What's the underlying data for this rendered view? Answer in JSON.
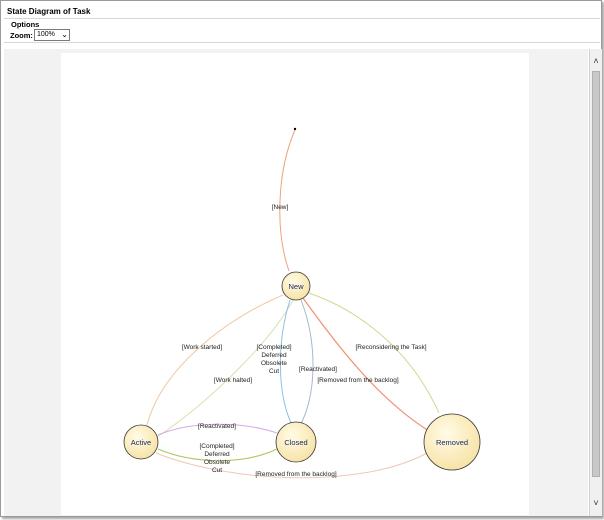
{
  "window": {
    "title": "State Diagram of Task"
  },
  "options": {
    "section_label": "Options",
    "zoom_label": "Zoom:",
    "zoom_value": "100%"
  },
  "diagram": {
    "nodes": {
      "new": "New",
      "active": "Active",
      "closed": "Closed",
      "removed": "Removed"
    },
    "edges": {
      "start_new": "[New]",
      "new_active": "[Work started]",
      "new_closed": [
        "[Completed]",
        "Deferred",
        "Obsolete",
        "Cut"
      ],
      "active_new": "[Work halted]",
      "closed_new": "[Reactivated]",
      "new_removed": "[Removed from the backlog]",
      "removed_new": "[Reconsidering the Task]",
      "closed_active": "[Reactivated]",
      "active_closed": [
        "[Completed]",
        "Deferred",
        "Obsolete",
        "Cut"
      ],
      "active_removed": "[Removed from the backlog]"
    }
  }
}
